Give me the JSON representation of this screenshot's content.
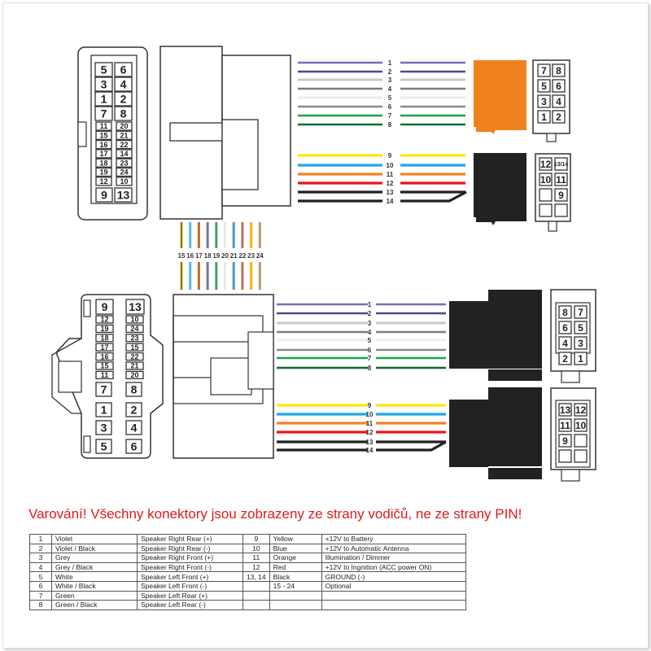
{
  "warning": "Varování! Všechny konektory jsou zobrazeny ze strany vodičů, ne ze strany PIN!",
  "top_connector_pins": {
    "big": [
      [
        "5",
        "6"
      ],
      [
        "3",
        "4"
      ],
      [
        "1",
        "2"
      ],
      [
        "7",
        "8"
      ]
    ],
    "small": [
      [
        "11",
        "20"
      ],
      [
        "15",
        "21"
      ],
      [
        "16",
        "22"
      ],
      [
        "17",
        "14"
      ],
      [
        "18",
        "23"
      ],
      [
        "19",
        "24"
      ],
      [
        "12",
        "10"
      ]
    ],
    "bottom": [
      "9",
      "13"
    ]
  },
  "bottom_connector_pins": {
    "top": [
      "9",
      "13"
    ],
    "small": [
      [
        "12",
        "10"
      ],
      [
        "19",
        "24"
      ],
      [
        "18",
        "23"
      ],
      [
        "17",
        "15"
      ],
      [
        "16",
        "22"
      ],
      [
        "15",
        "21"
      ],
      [
        "11",
        "20"
      ]
    ],
    "big": [
      [
        "7",
        "8"
      ],
      [
        "1",
        "2"
      ],
      [
        "3",
        "4"
      ],
      [
        "5",
        "6"
      ]
    ]
  },
  "wires": [
    {
      "n": "1",
      "color": "#7b6bb8"
    },
    {
      "n": "2",
      "color": "#4f478e"
    },
    {
      "n": "3",
      "color": "#c8c8c8"
    },
    {
      "n": "4",
      "color": "#7d7d7d"
    },
    {
      "n": "5",
      "color": "#ececec"
    },
    {
      "n": "6",
      "color": "#8a8a8a"
    },
    {
      "n": "7",
      "color": "#16a34a"
    },
    {
      "n": "8",
      "color": "#0b6b34"
    },
    {
      "n": "9",
      "color": "#ffe600"
    },
    {
      "n": "10",
      "color": "#1ea7e8"
    },
    {
      "n": "11",
      "color": "#f5821f"
    },
    {
      "n": "12",
      "color": "#e8161b"
    },
    {
      "n": "13",
      "color": "#222222"
    },
    {
      "n": "14",
      "color": "#222222"
    }
  ],
  "optional_wires": [
    {
      "n": "15",
      "color": "#e0c800",
      "stripe": "#222"
    },
    {
      "n": "16",
      "color": "#5ab8e8",
      "stripe": "#5ab8e8"
    },
    {
      "n": "17",
      "color": "#c8662a",
      "stripe": "#c8662a"
    },
    {
      "n": "18",
      "color": "#3a78c8",
      "stripe": "#d08030"
    },
    {
      "n": "19",
      "color": "#4e9a6e",
      "stripe": "#4e9a6e"
    },
    {
      "n": "20",
      "color": "#e8e8e8",
      "stripe": "#e8e8e8"
    },
    {
      "n": "21",
      "color": "#4a9ac8",
      "stripe": "#4a9ac8"
    },
    {
      "n": "22",
      "color": "#b87060",
      "stripe": "#b87060"
    },
    {
      "n": "23",
      "color": "#f5a010",
      "stripe": "#f5d000"
    },
    {
      "n": "24",
      "color": "#b89a70",
      "stripe": "#b89a70"
    }
  ],
  "iso_speaker_pins": [
    [
      "7",
      "8"
    ],
    [
      "5",
      "6"
    ],
    [
      "3",
      "4"
    ],
    [
      "1",
      "2"
    ]
  ],
  "iso_power_pins": [
    [
      "12",
      "13/14"
    ],
    [
      "10",
      "11"
    ],
    [
      "",
      "9"
    ],
    [
      "",
      ""
    ]
  ],
  "out_speaker_pins": [
    [
      "8",
      "7"
    ],
    [
      "6",
      "5"
    ],
    [
      "4",
      "3"
    ],
    [
      "2",
      "1"
    ]
  ],
  "out_power_pins": [
    [
      "13",
      "12"
    ],
    [
      "11",
      "10"
    ],
    [
      "9",
      ""
    ],
    [
      "",
      ""
    ]
  ],
  "colors": {
    "iso_speaker_block": "#f0821e",
    "iso_power_block": "#222222",
    "warning": "#e1191b"
  },
  "table": {
    "left": [
      [
        "1",
        "Violet",
        "Speaker Right Rear (+)"
      ],
      [
        "2",
        "Violet / Black",
        "Speaker Right Rear (-)"
      ],
      [
        "3",
        "Grey",
        "Speaker Right Front (+)"
      ],
      [
        "4",
        "Grey / Black",
        "Speaker Right Front (-)"
      ],
      [
        "5",
        "White",
        "Speaker Left Front (+)"
      ],
      [
        "6",
        "White / Black",
        "Speaker Left Front (-)"
      ],
      [
        "7",
        "Green",
        "Speaker Left Rear (+)"
      ],
      [
        "8",
        "Green / Black",
        "Speaker Left Rear (-)"
      ]
    ],
    "right": [
      [
        "9",
        "Yellow",
        "+12V to Battery"
      ],
      [
        "10",
        "Blue",
        "+12V to Automatic Antenna"
      ],
      [
        "11",
        "Orange",
        "Illumination / Dimmer"
      ],
      [
        "12",
        "Red",
        "+12V to Ingnition (ACC power ON)"
      ],
      [
        "13, 14",
        "Black",
        "GROUND (-)"
      ],
      [
        "",
        "15 - 24",
        "Optional"
      ],
      [
        "",
        "",
        ""
      ],
      [
        "",
        "",
        ""
      ]
    ]
  }
}
